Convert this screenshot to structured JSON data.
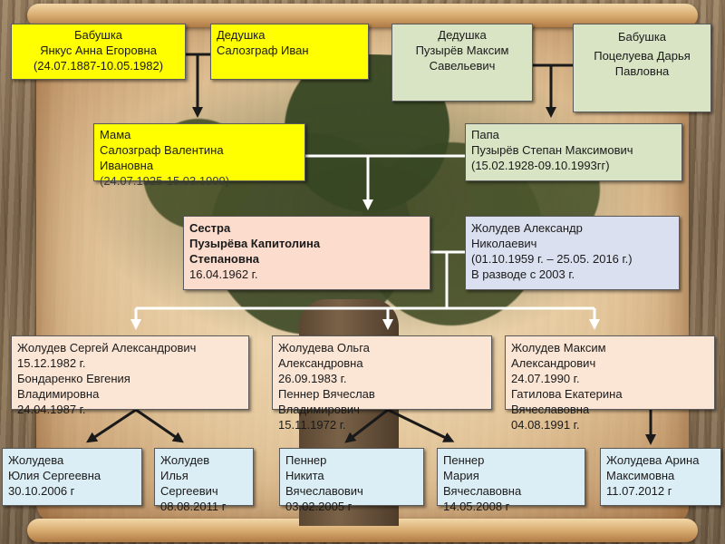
{
  "colors": {
    "paternal_box": "#ffff00",
    "maternal_box": "#d8e4c4",
    "sister_box": "#fbdccd",
    "spouse_box": "#dbe0f0",
    "children_box": "#fbe6d6",
    "grandchildren_box": "#dbeef5",
    "arrow": "#ffffff"
  },
  "grandparents": {
    "grandma1": {
      "lines": [
        "Бабушка",
        "Янкус Анна Егоровна",
        "(24.07.1887-10.05.1982)"
      ]
    },
    "grandpa1": {
      "lines": [
        "Дедушка",
        "Салозграф Иван"
      ]
    },
    "grandpa2": {
      "lines": [
        "Дедушка",
        "Пузырёв Максим",
        "Савельевич"
      ]
    },
    "grandma2": {
      "lines": [
        "Бабушка",
        "Поцелуева Дарья",
        "Павловна"
      ]
    }
  },
  "parents": {
    "mother": {
      "lines": [
        "Мама",
        "Салозграф  Валентина",
        "Ивановна",
        "(24.07.1925-15.03.1999)"
      ]
    },
    "father": {
      "lines": [
        "Папа",
        "Пузырёв Степан Максимович",
        "(15.02.1928-09.10.1993гг)"
      ]
    }
  },
  "generation3": {
    "sister": {
      "lines": [
        "Сестра",
        "Пузырёва Капитолина",
        "Степановна",
        "16.04.1962 г."
      ]
    },
    "husband": {
      "lines": [
        "Жолудев Александр",
        "Николаевич",
        "(01.10.1959 г. –  25.05. 2016 г.)",
        "В разводе с 2003 г."
      ]
    }
  },
  "children": {
    "sergey": {
      "lines": [
        "Жолудев Сергей Александрович",
        "15.12.1982 г.",
        "Бондаренко Евгения",
        "Владимировна",
        "24.04.1987 г."
      ]
    },
    "olga": {
      "lines": [
        "Жолудева Ольга",
        "Александровна",
        "26.09.1983 г.",
        "Пеннер Вячеслав",
        "Владимирович",
        "15.11.1972 г."
      ]
    },
    "maxim": {
      "lines": [
        "Жолудев Максим",
        "Александрович",
        "24.07.1990 г.",
        "Гатилова Екатерина",
        "Вячеславовна",
        "04.08.1991 г."
      ]
    }
  },
  "grandchildren": {
    "yulia": {
      "lines": [
        "Жолудева",
        "Юлия Сергеевна",
        "30.10.2006 г"
      ]
    },
    "ilya": {
      "lines": [
        "Жолудев",
        "Илья",
        "Сергеевич",
        "08.08.2011 г"
      ]
    },
    "nikita": {
      "lines": [
        "Пеннер",
        "Никита",
        "Вячеславович",
        "03.02.2005 г"
      ]
    },
    "maria": {
      "lines": [
        "Пеннер",
        "Мария",
        "Вячеславовна",
        "14.05.2008 г"
      ]
    },
    "arina": {
      "lines": [
        "Жолудева Арина",
        "Максимовна",
        "11.07.2012 г"
      ]
    }
  }
}
